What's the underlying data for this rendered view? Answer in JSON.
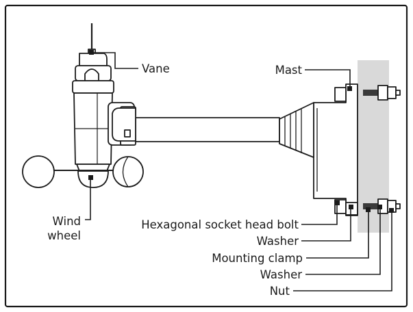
{
  "colors": {
    "frame": "#1a1a1a",
    "mast": "#d9d9d9",
    "line": "#1a1a1a",
    "background": "#ffffff"
  },
  "labels": {
    "vane": "Vane",
    "mast": "Mast",
    "wind_wheel_line1": "Wind",
    "wind_wheel_line2": "wheel",
    "hex_bolt": "Hexagonal socket head bolt",
    "washer_1": "Washer",
    "mounting_clamp": "Mounting clamp",
    "washer_2": "Washer",
    "nut": "Nut"
  }
}
